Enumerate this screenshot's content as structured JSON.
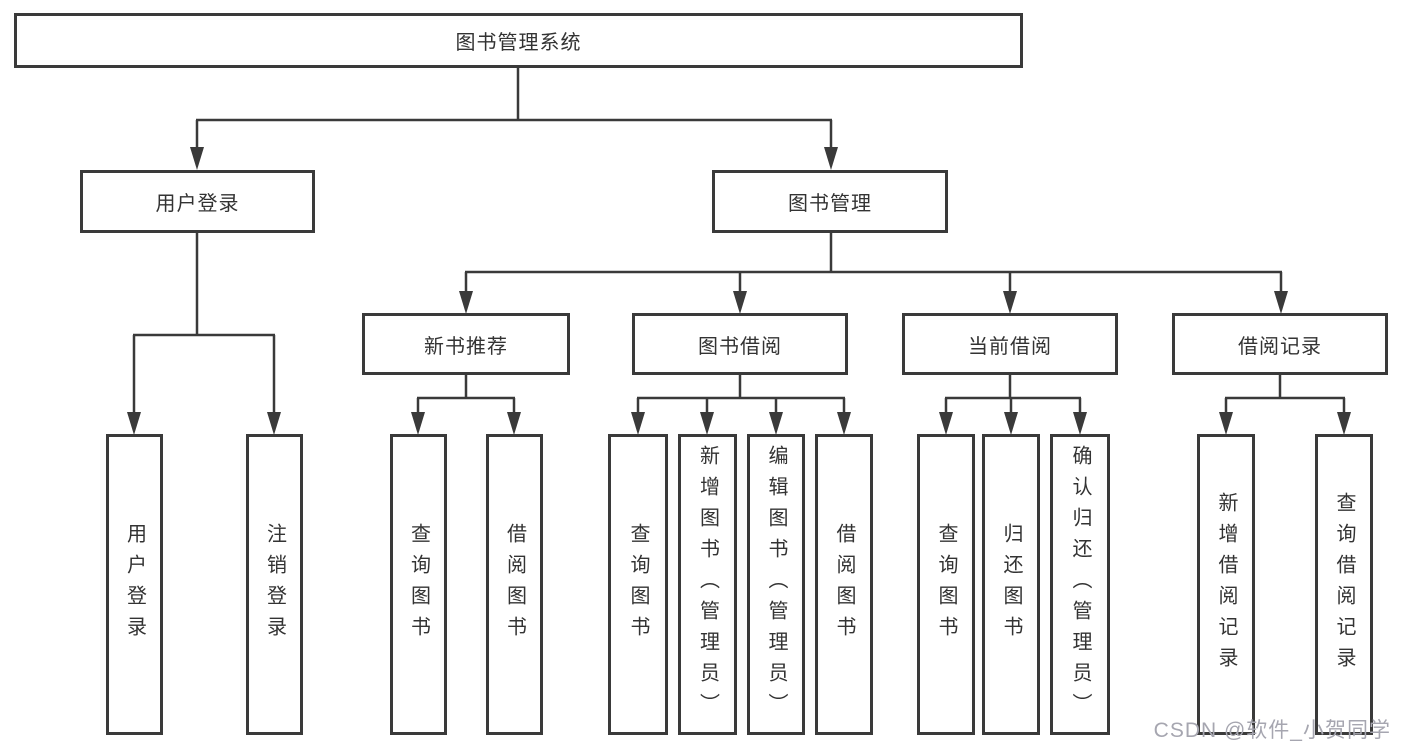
{
  "diagram": {
    "root": {
      "label": "图书管理系统"
    },
    "level2": [
      {
        "label": "用户登录"
      },
      {
        "label": "图书管理"
      }
    ],
    "level3": [
      {
        "label": "新书推荐"
      },
      {
        "label": "图书借阅"
      },
      {
        "label": "当前借阅"
      },
      {
        "label": "借阅记录"
      }
    ],
    "leaves": {
      "user_login": [
        "用户登录",
        "注销登录"
      ],
      "new_book_recommendation": [
        "查询图书",
        "借阅图书"
      ],
      "book_borrowing": [
        "查询图书",
        "新增图书（管理员）",
        "编辑图书（管理员）",
        "借阅图书"
      ],
      "current_borrowing": [
        "查询图书",
        "归还图书",
        "确认归还（管理员）"
      ],
      "borrowing_records": [
        "新增借阅记录",
        "查询借阅记录"
      ]
    },
    "watermark": "CSDN @软件_小贺同学",
    "colors": {
      "line": "#3a3a3a",
      "text": "#333333",
      "background": "#ffffff",
      "watermark": "#a6a6b0"
    }
  }
}
